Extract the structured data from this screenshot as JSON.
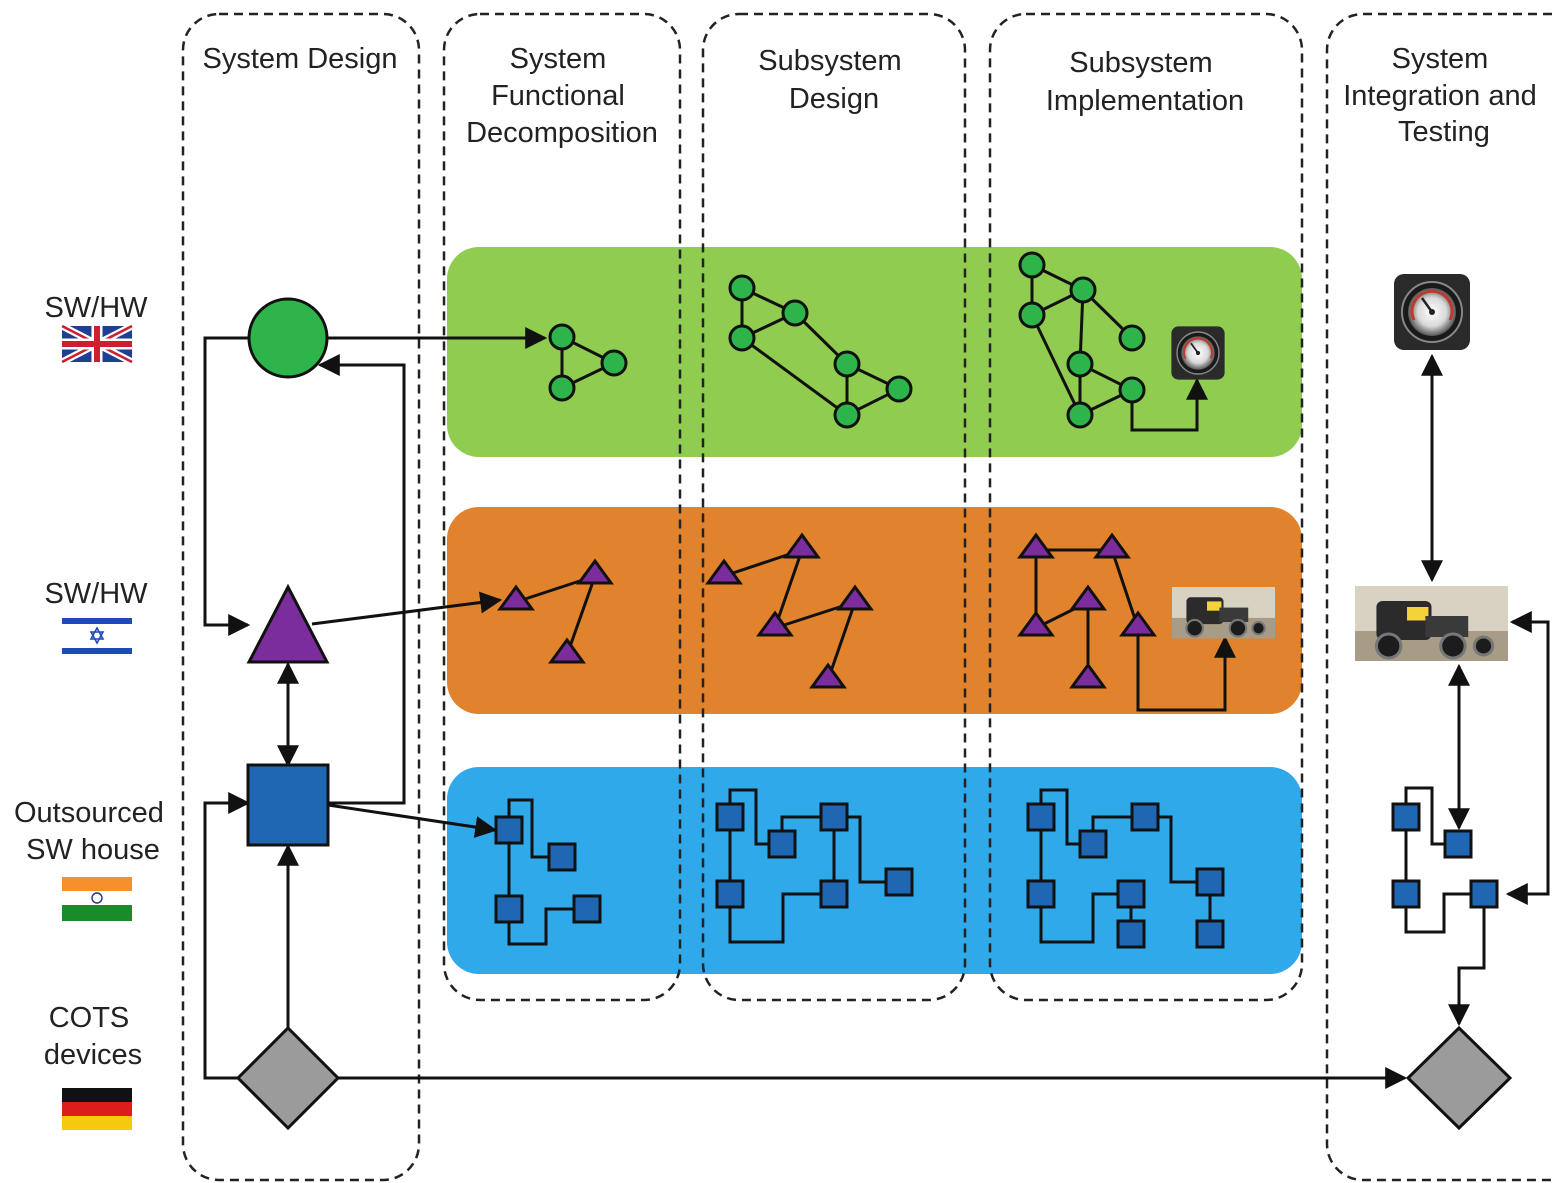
{
  "phases": [
    {
      "id": "system-design",
      "title_lines": [
        "System Design"
      ]
    },
    {
      "id": "functional-decomposition",
      "title_lines": [
        "System",
        "Functional",
        "Decomposition"
      ]
    },
    {
      "id": "subsystem-design",
      "title_lines": [
        "Subsystem",
        "Design"
      ]
    },
    {
      "id": "subsystem-implementation",
      "title_lines": [
        "Subsystem",
        "Implementation"
      ]
    },
    {
      "id": "integration-testing",
      "title_lines": [
        "System",
        "Integration and",
        "Testing"
      ]
    }
  ],
  "teams": [
    {
      "id": "uk",
      "label_lines": [
        "SW/HW"
      ],
      "flag": "uk-flag",
      "shape": "circle",
      "band_color": "#8fcc4f",
      "node_color": "#2db44a"
    },
    {
      "id": "israel",
      "label_lines": [
        "SW/HW"
      ],
      "flag": "israel-flag",
      "shape": "triangle",
      "band_color": "#e0832c",
      "node_color": "#7b2d9e"
    },
    {
      "id": "india",
      "label_lines": [
        "Outsourced",
        "SW house"
      ],
      "flag": "india-flag",
      "shape": "square",
      "band_color": "#2fa9ea",
      "node_color": "#1f67b3"
    },
    {
      "id": "germany",
      "label_lines": [
        "COTS",
        "devices"
      ],
      "flag": "germany-flag",
      "shape": "diamond",
      "band_color": "",
      "node_color": "#9b9b9b"
    }
  ],
  "icons": {
    "gauge": "gauge-icon",
    "robot": "robot-vehicle-photo"
  },
  "colors": {
    "line": "#111111",
    "green_band": "#8fcc4f",
    "orange_band": "#e0832c",
    "blue_band": "#2fa9ea"
  }
}
